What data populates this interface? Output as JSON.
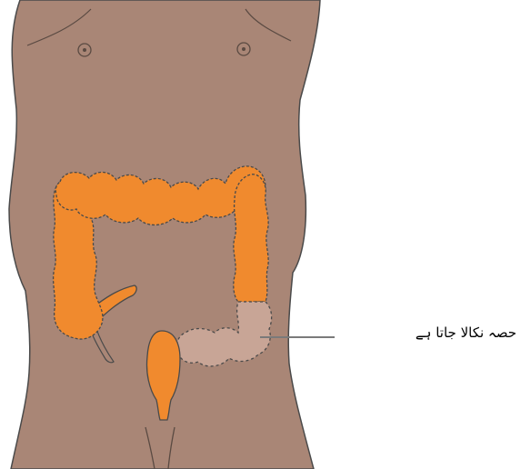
{
  "annotation": {
    "label": "حصہ نکالا جاتا ہے"
  },
  "colors": {
    "skin": "#a98676",
    "outline": "#4a4a4a",
    "colon": "#f08a2e",
    "removed_section": "#c8a596",
    "leader_line": "#7a7a7a"
  },
  "parts": {
    "torso": "torso",
    "colon": "colon",
    "appendix": "appendix",
    "rectum": "rectum",
    "removed_section": "sigmoid-colon-removed",
    "nipples": "nipple"
  }
}
